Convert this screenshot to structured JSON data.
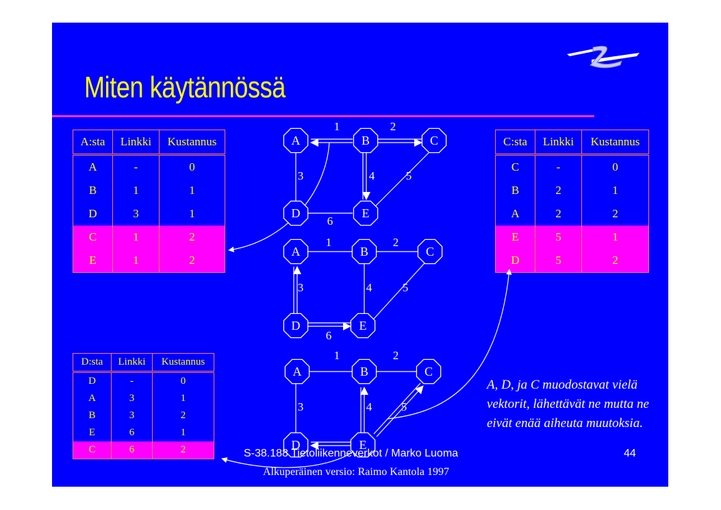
{
  "title": "Miten käytännössä",
  "table_a": {
    "headers": [
      "A:sta",
      "Linkki",
      "Kustannus"
    ],
    "rows": [
      [
        "A",
        "-",
        "0"
      ],
      [
        "B",
        "1",
        "1"
      ],
      [
        "D",
        "3",
        "1"
      ],
      [
        "C",
        "1",
        "2"
      ],
      [
        "E",
        "1",
        "2"
      ]
    ]
  },
  "table_c": {
    "headers": [
      "C:sta",
      "Linkki",
      "Kustannus"
    ],
    "rows": [
      [
        "C",
        "-",
        "0"
      ],
      [
        "B",
        "2",
        "1"
      ],
      [
        "A",
        "2",
        "2"
      ],
      [
        "E",
        "5",
        "1"
      ],
      [
        "D",
        "5",
        "2"
      ]
    ]
  },
  "table_d": {
    "headers": [
      "D:sta",
      "Linkki",
      "Kustannus"
    ],
    "rows": [
      [
        "D",
        "-",
        "0"
      ],
      [
        "A",
        "3",
        "1"
      ],
      [
        "B",
        "3",
        "2"
      ],
      [
        "E",
        "6",
        "1"
      ],
      [
        "C",
        "6",
        "2"
      ]
    ]
  },
  "node_labels": {
    "A": "A",
    "B": "B",
    "C": "C",
    "D": "D",
    "E": "E"
  },
  "link_labels": {
    "ab": "1",
    "bc": "2",
    "ad": "3",
    "be": "4",
    "ce": "5",
    "de": "6"
  },
  "note": "A, D, ja C muodostavat vielä vektorit, lähettävät ne mutta ne eivät enää aiheuta muutoksia.",
  "footer": {
    "course": "S-38.188 Tietoliikenneverkot / Marko Luoma",
    "page": "44",
    "original": "Alkuperäinen versio: Raimo Kantola 1997"
  },
  "colors": {
    "background": "#0000ff",
    "title": "#ffff00",
    "table_text": "#ffff00",
    "table_border": "#ff7a55",
    "highlight": "#ff00ff",
    "diagram": "#ffffff"
  }
}
